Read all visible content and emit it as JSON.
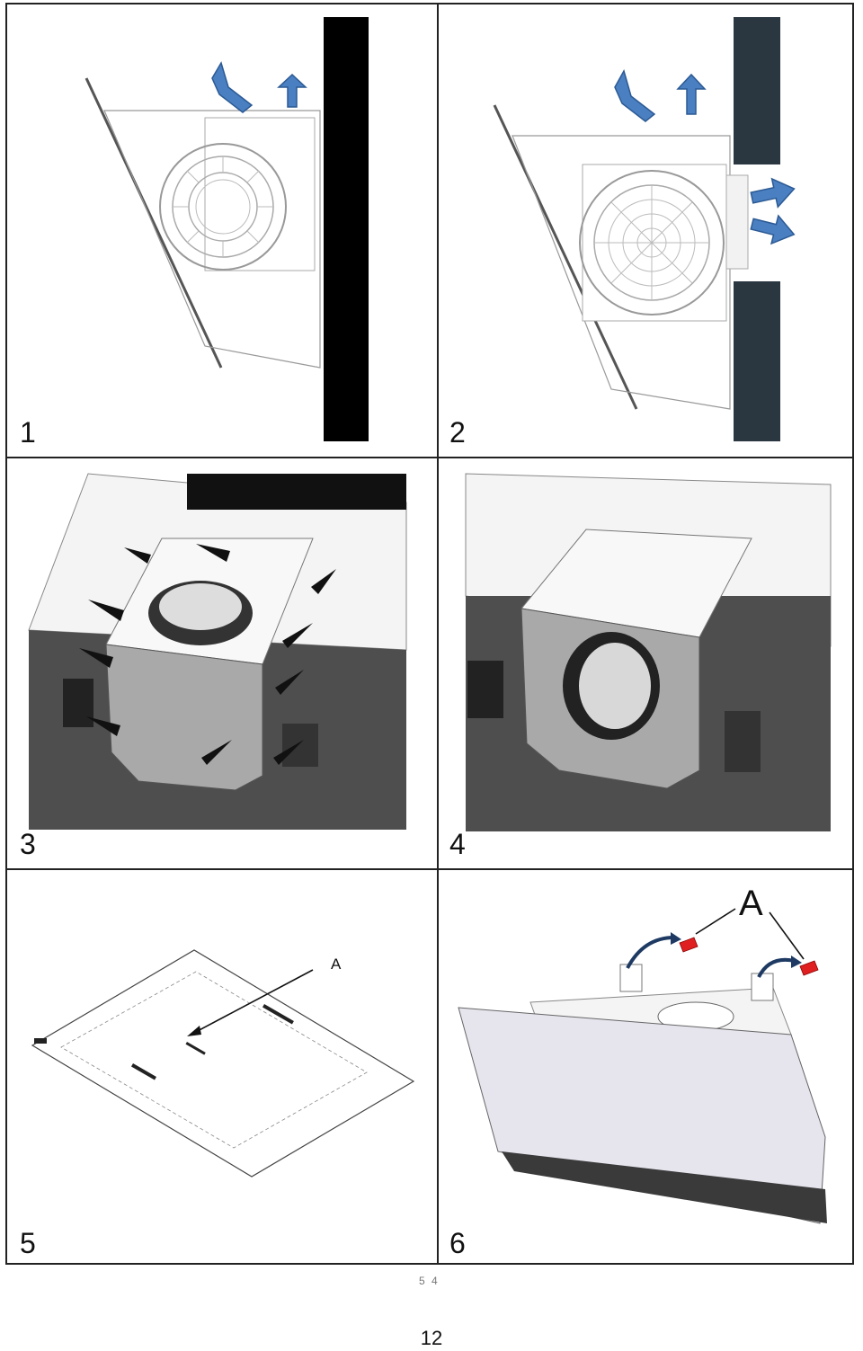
{
  "panels": [
    {
      "number": "1"
    },
    {
      "number": "2"
    },
    {
      "number": "3"
    },
    {
      "number": "4"
    },
    {
      "number": "5",
      "callout": "A"
    },
    {
      "number": "6",
      "callout": "A"
    }
  ],
  "page_number": "12",
  "footer_fragment": "5 4",
  "colors": {
    "arrow_blue": "#4a7fc1",
    "wall_dark": "#2a3640",
    "clip_red": "#e02020"
  }
}
